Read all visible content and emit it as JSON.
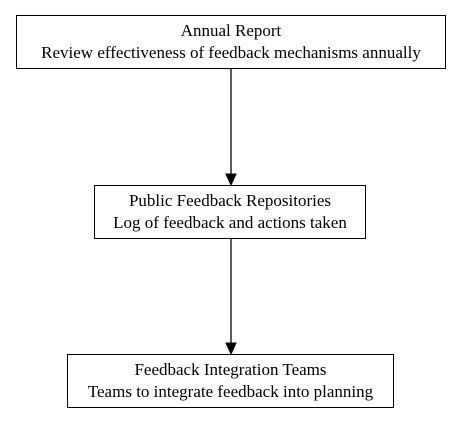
{
  "nodes": [
    {
      "title": "Annual Report",
      "subtitle": "Review effectiveness of feedback mechanisms annually"
    },
    {
      "title": "Public Feedback Repositories",
      "subtitle": "Log of feedback and actions taken"
    },
    {
      "title": "Feedback Integration Teams",
      "subtitle": "Teams to integrate feedback into planning"
    }
  ],
  "edges": [
    {
      "from": 0,
      "to": 1
    },
    {
      "from": 1,
      "to": 2
    }
  ]
}
